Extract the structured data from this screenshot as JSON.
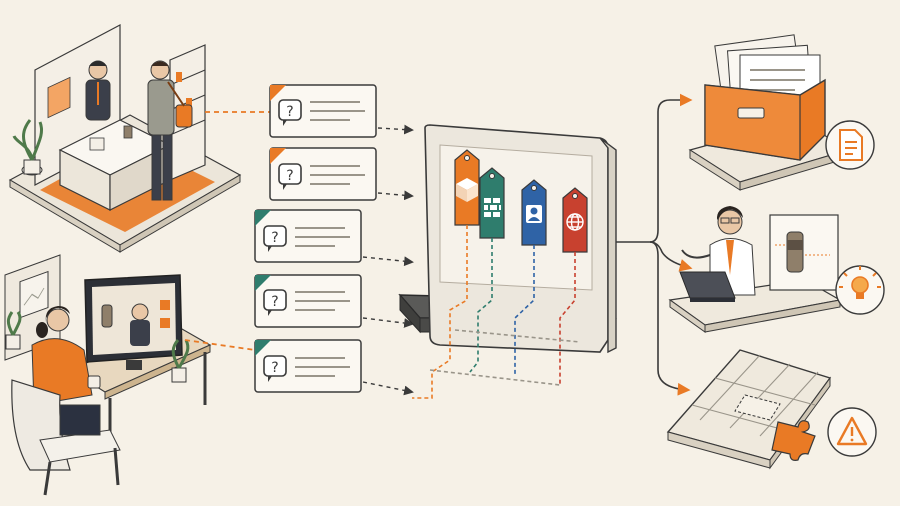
{
  "colors": {
    "background": "#f6f1e7",
    "accent_orange": "#e97a25",
    "teal": "#2f7d6d",
    "blue": "#2f63a6",
    "red": "#c8412f",
    "ink": "#3a3a3a"
  },
  "scenes": {
    "top_left": "in-store-consultation",
    "bottom_left": "video-call-consultation"
  },
  "question_cards": [
    {
      "icon": "question-bubble-icon",
      "corner_color": "#e97a25"
    },
    {
      "icon": "question-bubble-icon",
      "corner_color": "#e97a25"
    },
    {
      "icon": "question-bubble-icon",
      "corner_color": "#2f7d6d"
    },
    {
      "icon": "question-bubble-icon",
      "corner_color": "#2f7d6d"
    },
    {
      "icon": "question-bubble-icon",
      "corner_color": "#2f7d6d"
    }
  ],
  "tags": [
    {
      "icon": "box-icon",
      "color": "#e97a25"
    },
    {
      "icon": "wall-icon",
      "color": "#2f7d6d"
    },
    {
      "icon": "person-icon",
      "color": "#2f63a6"
    },
    {
      "icon": "globe-icon",
      "color": "#c8412f"
    }
  ],
  "outputs": [
    {
      "scene": "document-archive",
      "icon": "document-icon"
    },
    {
      "scene": "expert-analysis",
      "icon": "lightbulb-icon"
    },
    {
      "scene": "missing-puzzle-piece",
      "icon": "warning-icon"
    }
  ]
}
